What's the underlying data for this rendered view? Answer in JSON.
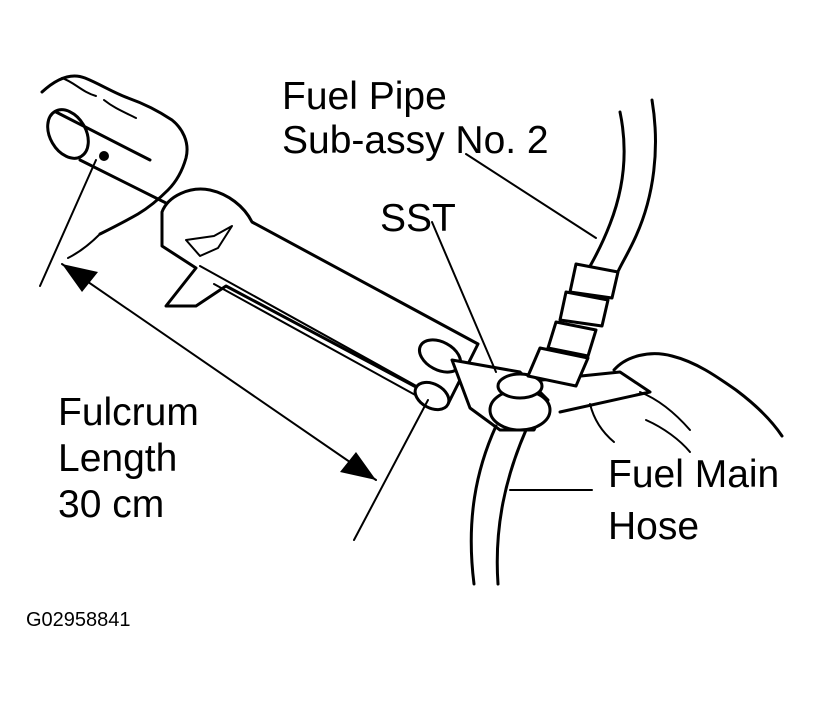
{
  "labels": {
    "fuel_pipe_line1": "Fuel Pipe",
    "fuel_pipe_line2": "Sub-assy  No. 2",
    "sst": "SST",
    "fulcrum_line1": "Fulcrum",
    "fulcrum_line2": "Length",
    "fulcrum_line3": "30 cm",
    "fuel_main_line1": "Fuel Main",
    "fuel_main_line2": "Hose"
  },
  "figure_code": "G02958841",
  "colors": {
    "ink": "#000000",
    "paper": "#ffffff"
  }
}
